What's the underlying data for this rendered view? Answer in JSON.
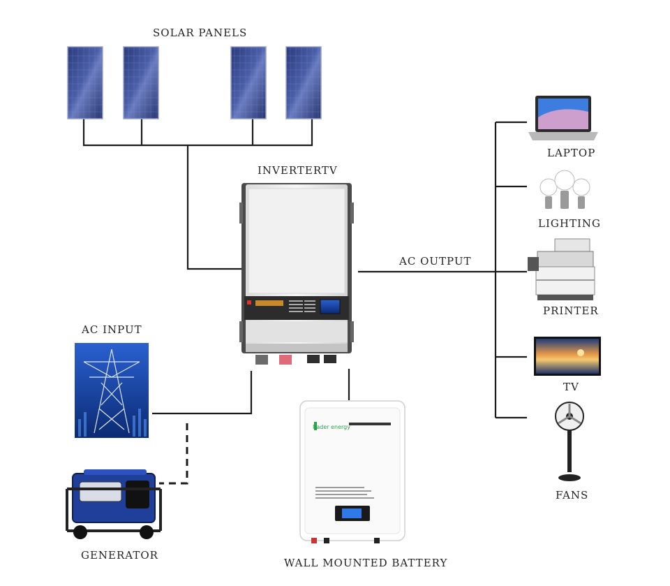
{
  "labels": {
    "solar_panels": "SOLAR PANELS",
    "inverter": "INVERTERTV",
    "ac_output": "AC OUTPUT",
    "ac_input": "AC INPUT",
    "generator": "GENERATOR",
    "wall_battery": "WALL MOUNTED BATTERY",
    "laptop": "LAPTOP",
    "lighting": "LIGHTING",
    "printer": "PRINTER",
    "tv": "TV",
    "fans": "FANS"
  },
  "battery_brand": "Rader energy",
  "colors": {
    "panel": "#2f3f86",
    "inverter_body": "#ececec",
    "inverter_screen": "#3a6ee0",
    "generator_blue": "#1f3f9a",
    "pylon_bg": "#0a2a6e",
    "wire": "#1a1a1a"
  }
}
